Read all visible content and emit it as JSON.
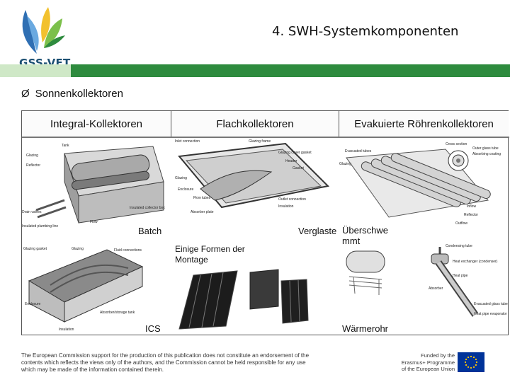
{
  "brand": {
    "logo_text": "GSS-VET",
    "logo_icon": "leaf-icon"
  },
  "slide": {
    "title": "4. SWH-Systemkomponenten"
  },
  "bullet": {
    "marker": "Ø",
    "text": "Sonnenkollektoren"
  },
  "table": {
    "headers": [
      "Integral-Kollektoren",
      "Flachkollektoren",
      "Evakuierte Röhrenkollektoren"
    ],
    "captions": {
      "batch": "Batch",
      "ics": "ICS",
      "verglaste": "Verglaste",
      "montage": "Einige Formen der Montage",
      "ueberschwemmt": "Überschwe mmt",
      "waermerohr": "Wärmerohr"
    }
  },
  "diagrams": {
    "batch": [
      "Tank",
      "Glazing",
      "Reflector",
      "Insulated collector box",
      "Drain valves",
      "Insulated plumbing line",
      "Flow"
    ],
    "ics": [
      "Glazing gasket",
      "Glazing",
      "Fluid connections",
      "Enclosure",
      "Absorber/storage tank",
      "Insulation"
    ],
    "flat": [
      "Inlet connection",
      "Glazing frame",
      "Glazing cover gasket",
      "Header",
      "Gasket",
      "Glazing",
      "Enclosure",
      "Flow tubes",
      "Outlet connection",
      "Insulation",
      "Absorber plate"
    ],
    "evacuated": [
      "Cross section",
      "Outer glass tube",
      "Absorbing coating",
      "Evacuated tubes",
      "Glazing",
      "Inflow",
      "Outflow",
      "Reflector"
    ],
    "heatpipe": [
      "Condensing tube",
      "Heat exchanger (condenser)",
      "Heat pipe",
      "Absorber",
      "Evacuated glass tube",
      "Heat pipe evaporator"
    ]
  },
  "footer": {
    "disclaimer": "The European Commission support for the production of this publication does not constitute an endorsement of the contents which reflects the views only of the authors, and the Commission cannot be held responsible for any use which may be made of the information contained therein.",
    "funded": "Funded by the Erasmus+ Programme of the European Union",
    "flag_icon": "eu-flag-icon"
  },
  "colors": {
    "green_bar": "#2e8b3e",
    "light_green": "#cfe8c7",
    "logo_blue": "#1b4f72",
    "logo_yellow": "#f2c12e",
    "eu_blue": "#003399"
  }
}
